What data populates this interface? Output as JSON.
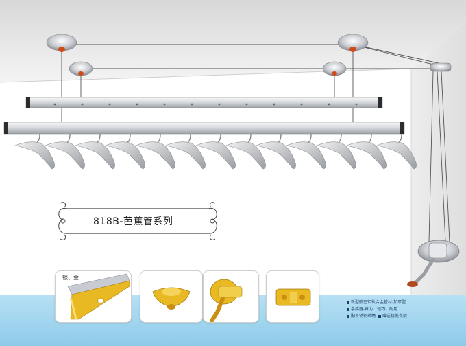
{
  "product": {
    "title": "818B-芭蕉管系列"
  },
  "cards": [
    {
      "id": "tube",
      "label": "银、金",
      "icon": "tube-profile-icon"
    },
    {
      "id": "pulley",
      "icon": "ceiling-pulley-icon"
    },
    {
      "id": "crank",
      "icon": "hand-crank-icon"
    },
    {
      "id": "bracket",
      "icon": "bracket-icon"
    }
  ],
  "features": [
    [
      "新型航空铝钛合金管材-加厚型"
    ],
    [
      "手摇器-省力、轻巧、耐用"
    ],
    [
      "配不锈钢丝绳",
      "赠送精美衣架"
    ]
  ],
  "colors": {
    "sky": "#aad8f0",
    "wall": "#f2f2f2",
    "gold": "#e8b923",
    "silver": "#c8ccd2",
    "accent": "#1e3e66"
  }
}
